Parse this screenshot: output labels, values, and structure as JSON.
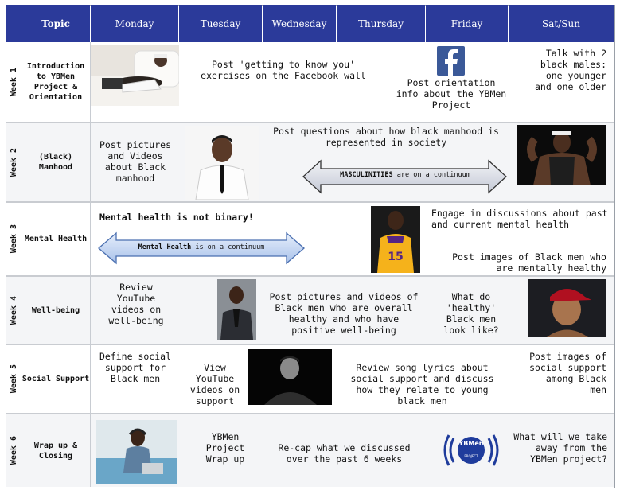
{
  "header": {
    "topic": "Topic",
    "monday": "Monday",
    "tuesday": "Tuesday",
    "wednesday": "Wednesday",
    "thursday": "Thursday",
    "friday": "Friday",
    "weekend": "Sat/Sun"
  },
  "weeks": [
    {
      "label": "Week 1",
      "topic": "Introduction to YBMen Project & Orientation",
      "texts": {
        "mid": "Post 'getting to know you' exercises on the Facebook wall",
        "friday": "Post orientation info about the YBMen Project",
        "weekend": "Talk with 2 black males: one younger and one older"
      },
      "icon": "facebook-icon"
    },
    {
      "label": "Week 2",
      "topic": "(Black) Manhood",
      "texts": {
        "monday": "Post pictures and Videos about Black manhood",
        "mid": "Post questions about how black manhood is represented in society"
      },
      "arrow": {
        "bold": "MASCULINITIES",
        "rest": " are on a continuum"
      }
    },
    {
      "label": "Week 3",
      "topic": "Mental Health",
      "texts": {
        "monday": "Mental health is not binary!",
        "thursday": "Engage in discussions about past and current mental health",
        "weekend": "Post images of Black men who are mentally healthy"
      },
      "arrow": {
        "bold": "Mental Health",
        "rest": " is on a continuum"
      }
    },
    {
      "label": "Week 4",
      "topic": "Well-being",
      "texts": {
        "monday": "Review YouTube videos on well-being",
        "mid": "Post pictures and videos of Black men who are overall healthy and who have positive well-being",
        "friday": "What do 'healthy' Black men look like?"
      }
    },
    {
      "label": "Week 5",
      "topic": "Social Support",
      "texts": {
        "monday": "Define social support for Black men",
        "tuesday": "View YouTube videos on support",
        "mid": "Review song lyrics about social support and discuss how they relate to young black men",
        "weekend": "Post images of social support among Black men"
      }
    },
    {
      "label": "Week 6",
      "topic": "Wrap up & Closing",
      "texts": {
        "tuesday": "YBMen Project Wrap up",
        "mid": "Re-cap what we discussed over the past 6 weeks",
        "weekend": "What will we take away from the YBMen project?"
      },
      "logo": {
        "top": "YBMen",
        "bottom": "PROJECT"
      }
    }
  ],
  "colors": {
    "header_bg": "#2b3a9a",
    "header_text": "#ffffff",
    "arrow_fill": "#d7dcef",
    "mental_arrow_fill": "#c6d7f1",
    "facebook_blue": "#3b5998",
    "logo_blue": "#1f3c9c"
  }
}
